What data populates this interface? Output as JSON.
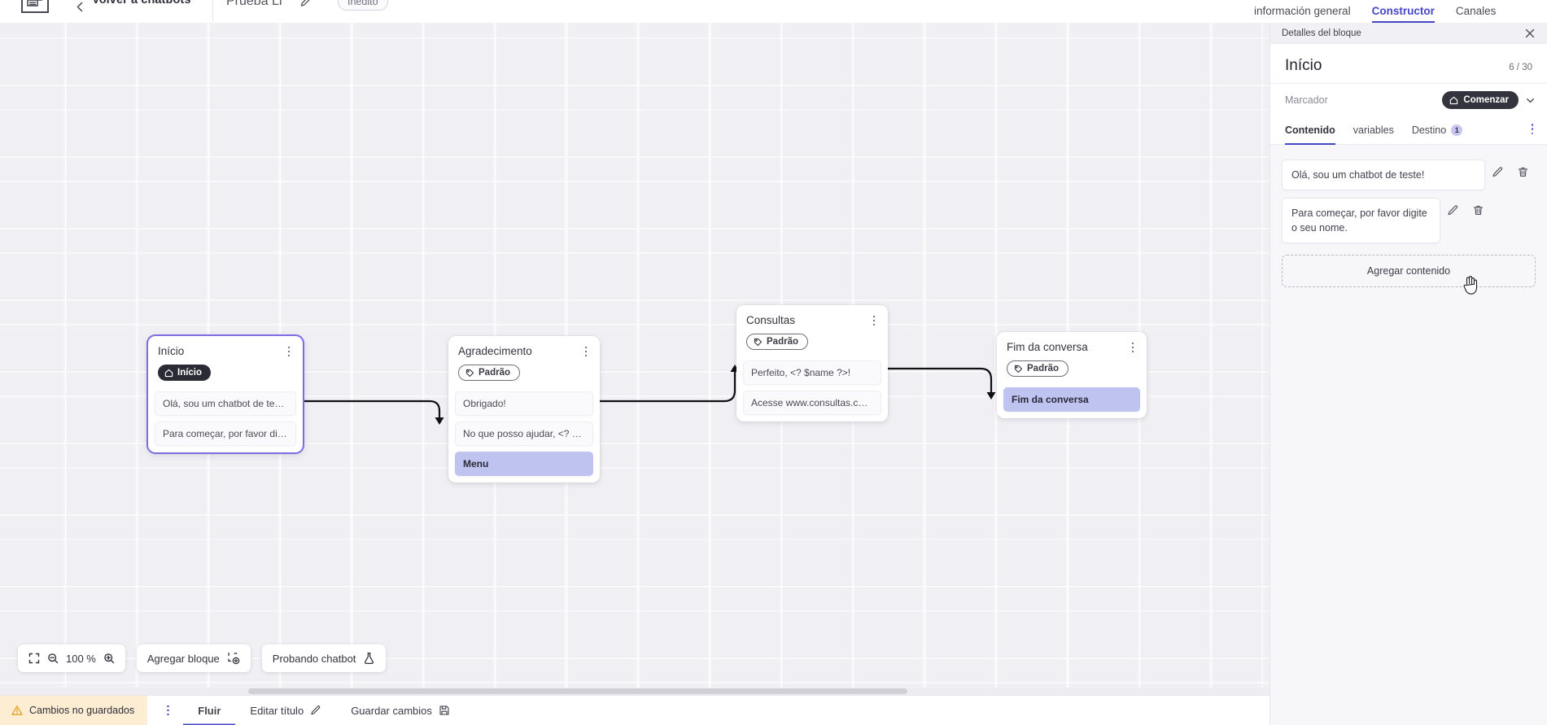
{
  "topbar": {
    "logo_icon": "app-logo-icon",
    "back_icon": "chevron-left-icon",
    "back_label": "Volver a chatbots",
    "bot_title": "Prueba Li",
    "edit_icon": "pencil-icon",
    "status_pill": "Inédito",
    "tabs": [
      {
        "label": "información general",
        "active": false
      },
      {
        "label": "Constructor",
        "active": true
      },
      {
        "label": "Canales",
        "active": false
      }
    ]
  },
  "canvas": {
    "nodes": [
      {
        "id": "inicio",
        "title": "Início",
        "badge": {
          "label": "Início",
          "style": "dark",
          "icon": "home-icon"
        },
        "selected": true,
        "kebab_icon": "kebab-menu-icon",
        "chips": [
          {
            "text": "Olá, sou um chatbot de teste!",
            "highlight": false
          },
          {
            "text": "Para começar, por favor digite o ...",
            "highlight": false
          }
        ]
      },
      {
        "id": "agradecimento",
        "title": "Agradecimento",
        "badge": {
          "label": "Padrão",
          "style": "outline",
          "icon": "tag-icon"
        },
        "selected": false,
        "kebab_icon": "kebab-menu-icon",
        "chips": [
          {
            "text": "Obrigado!",
            "highlight": false
          },
          {
            "text": "No que posso ajudar, <? $name ...",
            "highlight": false
          },
          {
            "text": "Menu",
            "highlight": true
          }
        ]
      },
      {
        "id": "consultas",
        "title": "Consultas",
        "badge": {
          "label": "Padrão",
          "style": "outline",
          "icon": "tag-icon"
        },
        "selected": false,
        "kebab_icon": "kebab-menu-icon",
        "chips": [
          {
            "text": "Perfeito, <? $name ?>!",
            "highlight": false
          },
          {
            "text": "Acesse www.consultas.com par...",
            "highlight": false
          }
        ]
      },
      {
        "id": "fim",
        "title": "Fim da conversa",
        "badge": {
          "label": "Padrão",
          "style": "outline",
          "icon": "tag-icon"
        },
        "selected": false,
        "kebab_icon": "kebab-menu-icon",
        "chips": [
          {
            "text": "Fim da conversa",
            "highlight": true
          }
        ]
      }
    ]
  },
  "floatbar": {
    "fit_icon": "fit-screen-icon",
    "zoom_out_icon": "zoom-out-icon",
    "zoom_level": "100 %",
    "zoom_in_icon": "zoom-in-icon",
    "add_block_label": "Agregar bloque",
    "add_block_icon": "add-block-icon",
    "test_chatbot_label": "Probando chatbot",
    "test_chatbot_icon": "flask-icon"
  },
  "statusbar": {
    "warning_icon": "warning-triangle-icon",
    "unsaved_label": "Cambios no guardados",
    "kebab_icon": "kebab-menu-icon",
    "flow_label": "Fluir",
    "edit_title_label": "Editar título",
    "edit_title_icon": "pencil-icon",
    "save_label": "Guardar cambios",
    "save_icon": "save-disk-icon"
  },
  "panel": {
    "header_title": "Detalles del bloque",
    "close_icon": "close-icon",
    "block_title": "Início",
    "block_count": "6 / 30",
    "marker_label": "Marcador",
    "marker_value": "Comenzar",
    "marker_icon": "home-icon",
    "marker_chevron_icon": "chevron-down-icon",
    "kebab_icon": "kebab-menu-icon",
    "tabs": [
      {
        "label": "Contenido",
        "active": true,
        "count": null
      },
      {
        "label": "variables",
        "active": false,
        "count": null
      },
      {
        "label": "Destino",
        "active": false,
        "count": "1"
      }
    ],
    "contents": [
      {
        "text": "Olá, sou um chatbot de teste!",
        "edit_icon": "pencil-icon",
        "delete_icon": "trash-icon"
      },
      {
        "text": "Para começar, por favor digite o seu nome.",
        "edit_icon": "pencil-icon",
        "delete_icon": "trash-icon"
      }
    ],
    "add_content_label": "Agregar contenido"
  },
  "colors": {
    "accent": "#4546c8",
    "highlight_chip": "#bfc3ef",
    "badge_dark": "#2b2b36",
    "warning_bg": "#fdedd3",
    "canvas_bg": "#f0f0f4"
  }
}
